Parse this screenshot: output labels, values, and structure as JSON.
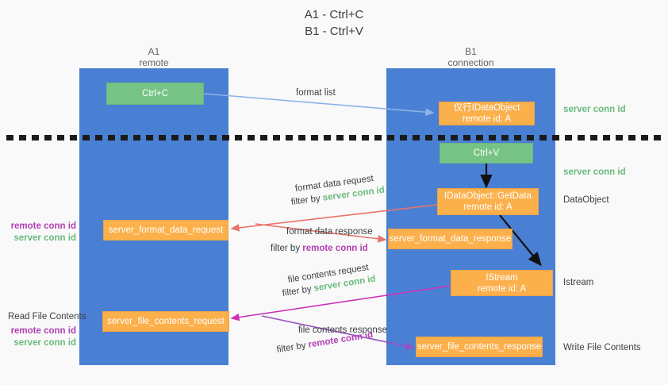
{
  "title": {
    "line1": "A1 - Ctrl+C",
    "line2": "B1 - Ctrl+V"
  },
  "lanes": [
    {
      "id": "a1",
      "name": "A1",
      "role": "remote"
    },
    {
      "id": "b1",
      "name": "B1",
      "role": "connection"
    }
  ],
  "boxes": {
    "ctrl_c": {
      "label": "Ctrl+C",
      "color": "#77c386"
    },
    "ctrl_v": {
      "label": "Ctrl+V",
      "color": "#77c386"
    },
    "idataobject": {
      "line1": "仅行IDataObject",
      "line2": "remote id: A",
      "color": "#fbb04c"
    },
    "getdata": {
      "line1": "IDataObject::GetData",
      "line2": "remote id: A",
      "color": "#fbb04c"
    },
    "istream": {
      "line1": "IStream",
      "line2": "remote id: A",
      "color": "#fbb04c"
    },
    "format_data_request": {
      "label": "server_format_data_request",
      "color": "#fbb04c"
    },
    "format_data_response": {
      "label": "server_format_data_response",
      "color": "#fbb04c"
    },
    "file_contents_request": {
      "label": "server_file_contents_request",
      "color": "#fbb04c"
    },
    "file_contents_response": {
      "label": "server_file_contents_response",
      "color": "#fbb04c"
    }
  },
  "edge_labels": {
    "format_list": "format list",
    "format_data_request": "format data request",
    "format_data_request_filter_prefix": "filter by ",
    "format_data_request_filter_value": "server conn id",
    "format_data_response": "format data response",
    "format_data_response_filter_prefix": "filter by ",
    "format_data_response_filter_value": "remote conn id",
    "file_contents_request": "file contents request",
    "file_contents_request_filter_prefix": "filter by ",
    "file_contents_request_filter_value": "server conn id",
    "file_contents_response": "file contents response",
    "file_contents_response_filter_prefix": "filter by ",
    "file_contents_response_filter_value": "remote conn id"
  },
  "right_annotations": [
    {
      "id": "server-conn-id-top",
      "text": "server conn id",
      "color": "#6aba7c"
    },
    {
      "id": "server-conn-id-paste",
      "text": "server conn id",
      "color": "#6aba7c"
    },
    {
      "id": "dataobject",
      "text": "DataObject",
      "color": "#3c4043"
    },
    {
      "id": "istream",
      "text": "Istream",
      "color": "#3c4043"
    },
    {
      "id": "write-file-contents",
      "text": "Write File Contents",
      "color": "#3c4043"
    }
  ],
  "left_annotations": {
    "format_conn_remote": "remote conn id",
    "format_conn_server": "server conn id",
    "read_file_contents": "Read File Contents",
    "file_conn_remote": "remote conn id",
    "file_conn_server": "server conn id"
  },
  "colors": {
    "lane": "#4a80d4",
    "green": "#77c386",
    "orange": "#fbb04c",
    "green_text": "#6aba7c",
    "purple_text": "#b23fb2",
    "arrow_blue": "#8ab4e8",
    "arrow_red": "#e8736a",
    "arrow_magenta": "#cc33bb",
    "arrow_purple": "#9b4fc4",
    "arrow_black": "#000000",
    "background": "#f9f9f9"
  }
}
